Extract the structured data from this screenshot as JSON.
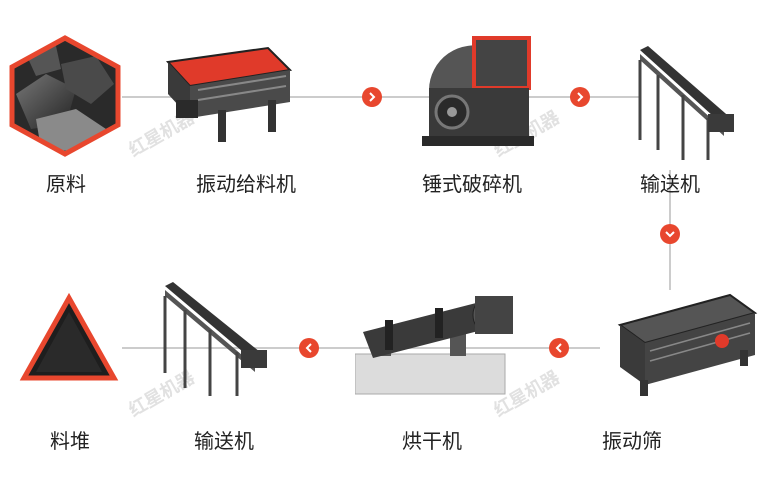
{
  "watermark": "红星机器",
  "steps": [
    {
      "id": "raw-material",
      "label": "原料"
    },
    {
      "id": "vibrating-feeder",
      "label": "振动给料机"
    },
    {
      "id": "hammer-crusher",
      "label": "锤式破碎机"
    },
    {
      "id": "conveyor-1",
      "label": "输送机"
    },
    {
      "id": "vibrating-screen",
      "label": "振动筛"
    },
    {
      "id": "dryer",
      "label": "烘干机"
    },
    {
      "id": "conveyor-2",
      "label": "输送机"
    },
    {
      "id": "stockpile",
      "label": "料堆"
    }
  ],
  "colors": {
    "accent": "#e8472e",
    "line": "#cccccc",
    "machine_dark": "#3a3a3a",
    "machine_red": "#e03a2a"
  },
  "arrow_icons": [
    "chevron-right-icon",
    "chevron-right-icon",
    "chevron-down-icon",
    "chevron-left-icon",
    "chevron-left-icon"
  ]
}
